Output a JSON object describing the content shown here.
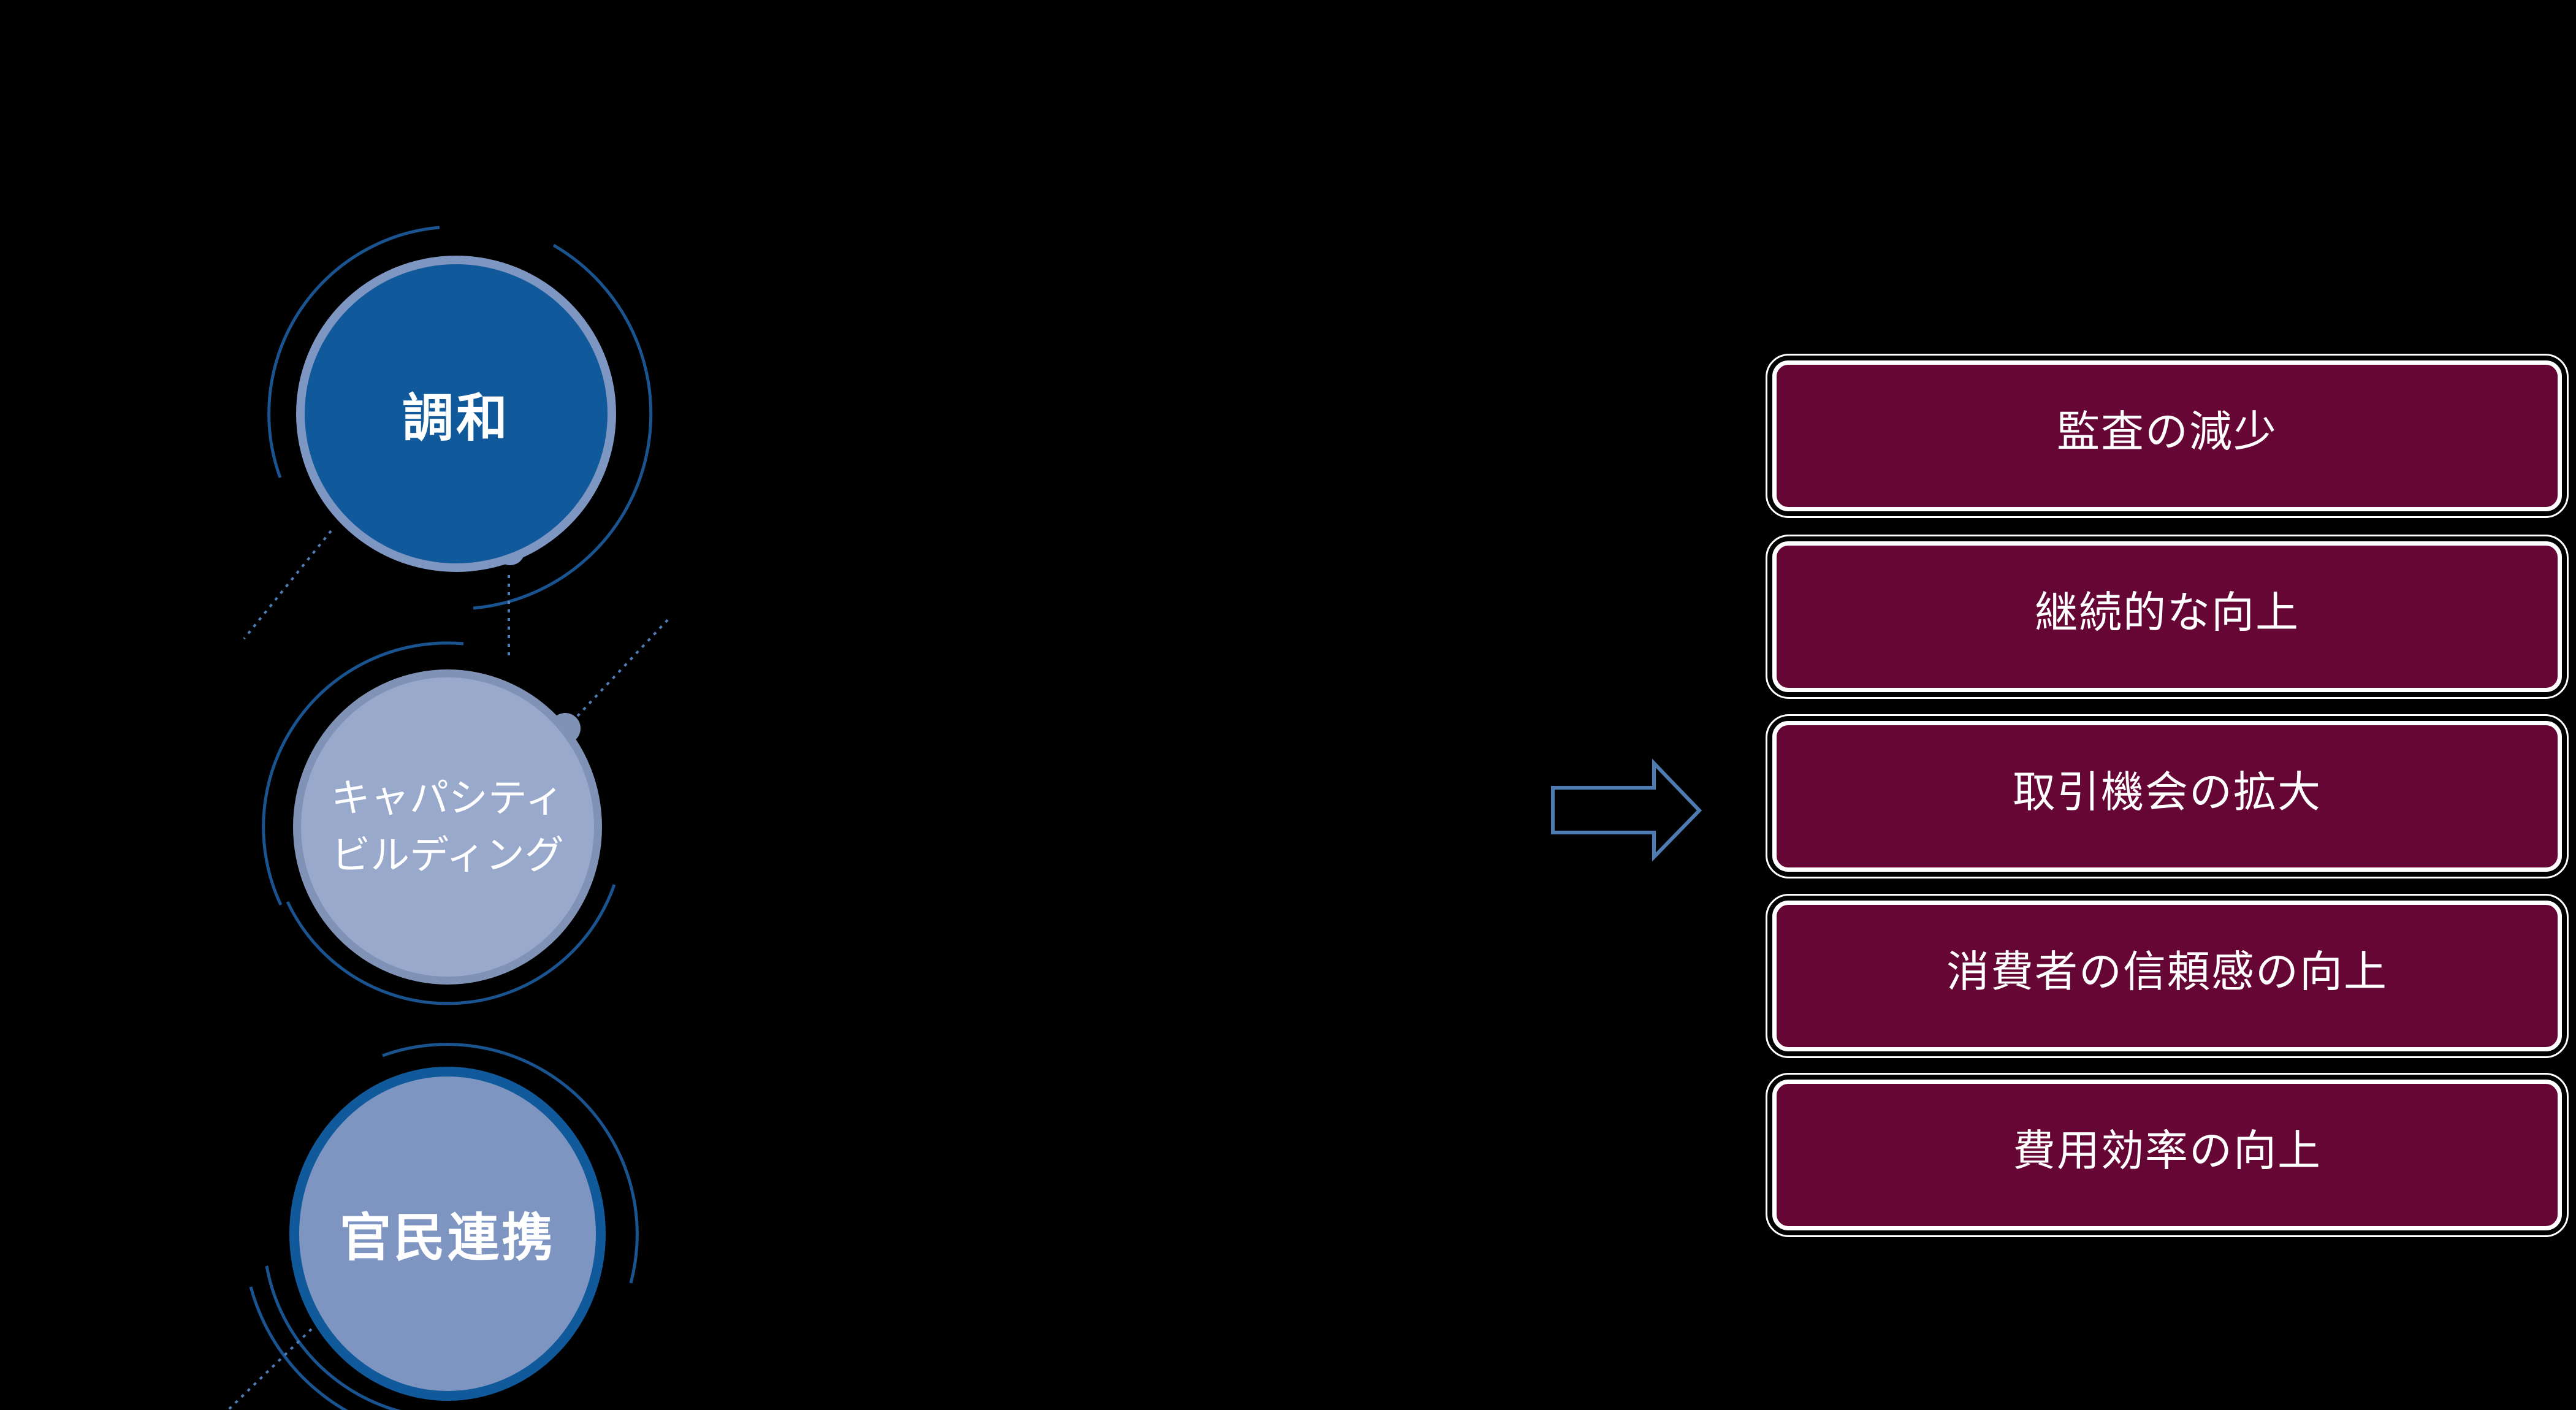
{
  "colors": {
    "background": "#000000",
    "circle1_fill": "#10599B",
    "circle1_ring": "#7E96C2",
    "circle2_fill": "#99A9CC",
    "circle2_ring": "#8093B6",
    "circle3_fill": "#7E95C1",
    "circle3_ring": "#10599B",
    "orbit_arc": "#1A5490",
    "connector_dotted": "#4E7DB8",
    "arrow_outline": "#4E7BB2",
    "benefit_fill": "#650635",
    "benefit_border": "#FFFFFF",
    "label_text": "#FFFFFF"
  },
  "circles": [
    {
      "label": "調和"
    },
    {
      "label_line1": "キャパシティ",
      "label_line2": "ビルディング"
    },
    {
      "label": "官民連携"
    }
  ],
  "benefits": [
    {
      "label": "監査の減少"
    },
    {
      "label": "継続的な向上"
    },
    {
      "label": "取引機会の拡大"
    },
    {
      "label": "消費者の信頼感の向上"
    },
    {
      "label": "費用効率の向上"
    }
  ],
  "icons": {
    "arrow": "right-block-arrow-outline",
    "orbit_dots": "orbit-dot",
    "connectors": "dotted-connector-line"
  }
}
